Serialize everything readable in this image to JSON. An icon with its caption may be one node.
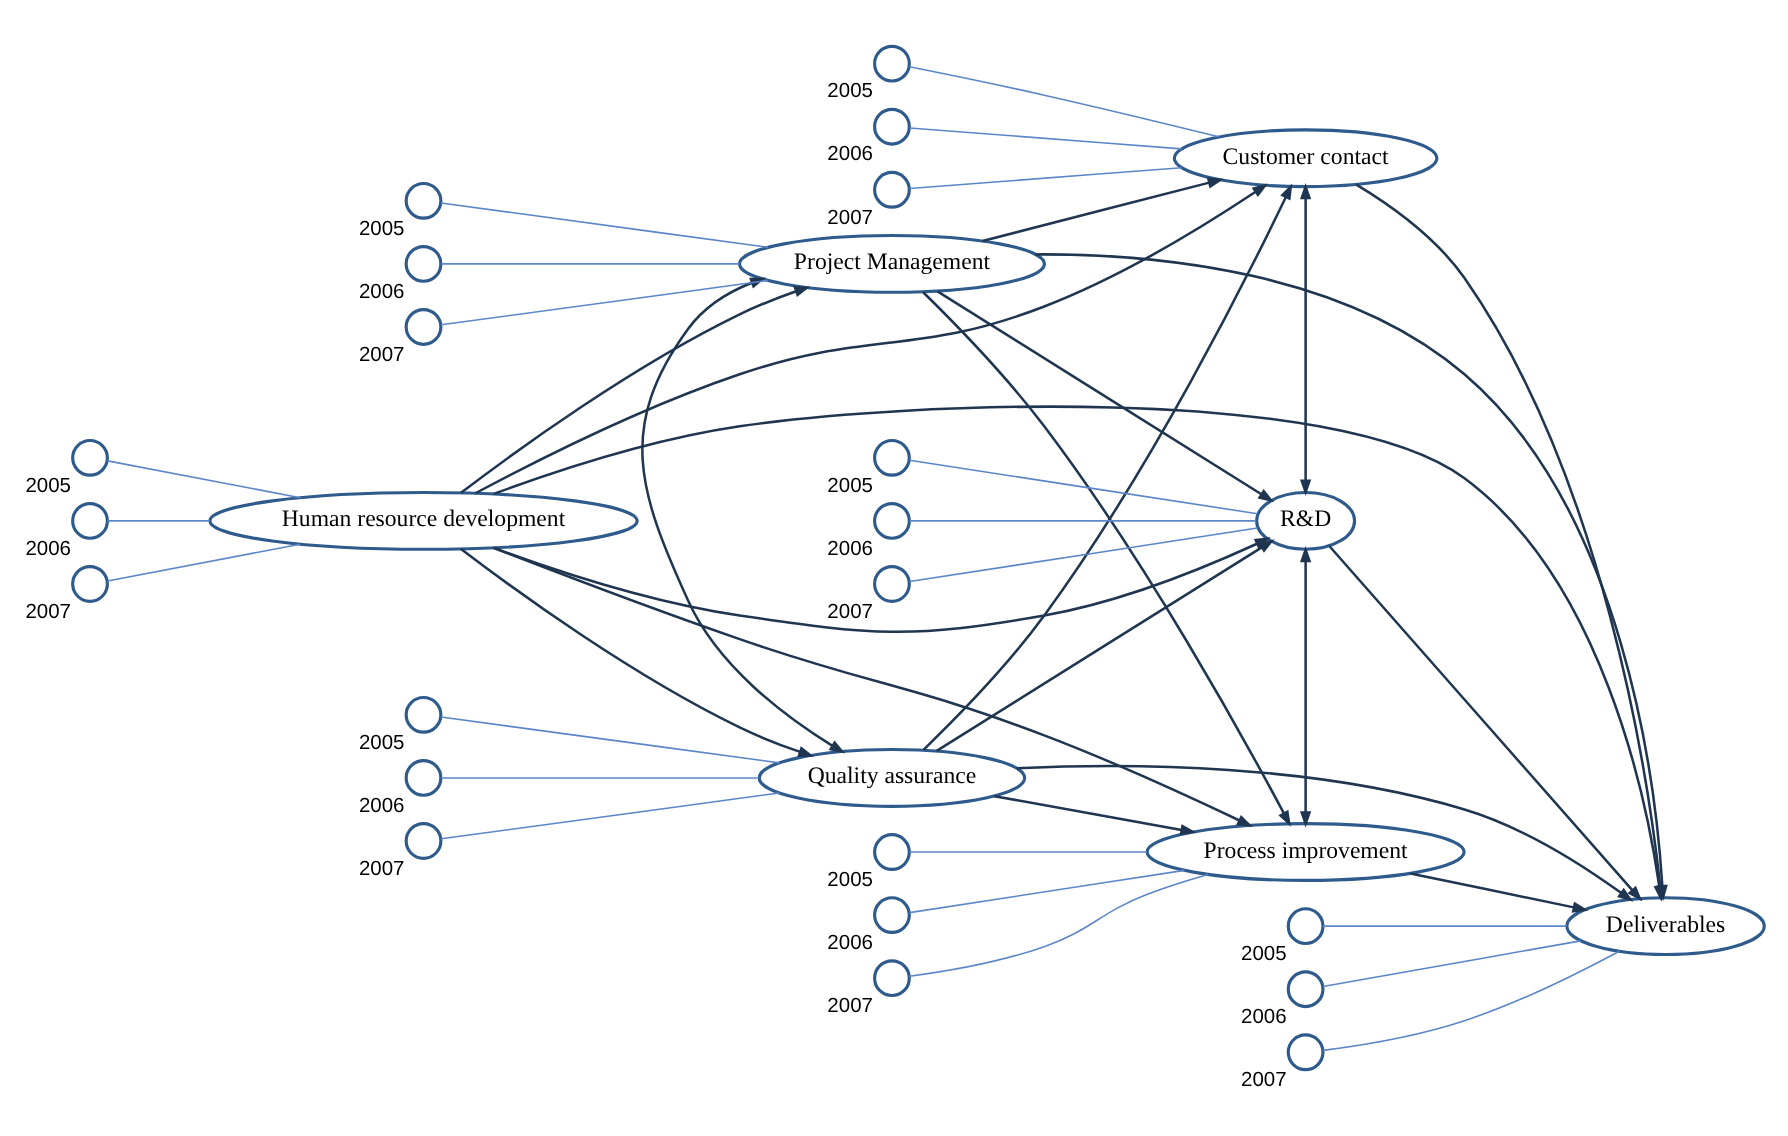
{
  "diagram": {
    "nodes": [
      {
        "text": [
          "Human resource development"
        ]
      },
      {
        "text": [
          "Project Management"
        ]
      },
      {
        "text": [
          "Quality assurance"
        ]
      },
      {
        "text": [
          "Customer contact"
        ]
      },
      {
        "text": [
          "R&D"
        ]
      },
      {
        "text": [
          "Process improvement"
        ]
      },
      {
        "text": [
          "Deliverables"
        ]
      },
      {
        "text": [],
        "shape": "circle",
        "beside": [
          "2005"
        ]
      },
      {
        "text": [],
        "shape": "circle",
        "beside": [
          "2006"
        ]
      },
      {
        "text": [],
        "shape": "circle",
        "beside": [
          "2007"
        ]
      },
      {
        "text": [],
        "shape": "circle",
        "beside": [
          "2005"
        ]
      },
      {
        "text": [],
        "shape": "circle",
        "beside": [
          "2006"
        ]
      },
      {
        "text": [],
        "shape": "circle",
        "beside": [
          "2007"
        ]
      },
      {
        "text": [],
        "shape": "circle",
        "beside": [
          "2005"
        ]
      },
      {
        "text": [],
        "shape": "circle",
        "beside": [
          "2006"
        ]
      },
      {
        "text": [],
        "shape": "circle",
        "beside": [
          "2007"
        ]
      },
      {
        "text": [],
        "shape": "circle",
        "beside": [
          "2005"
        ]
      },
      {
        "text": [],
        "shape": "circle",
        "beside": [
          "2006"
        ]
      },
      {
        "text": [],
        "shape": "circle",
        "beside": [
          "2007"
        ]
      },
      {
        "text": [],
        "shape": "circle",
        "beside": [
          "2005"
        ]
      },
      {
        "text": [],
        "shape": "circle",
        "beside": [
          "2006"
        ]
      },
      {
        "text": [],
        "shape": "circle",
        "beside": [
          "2007"
        ]
      },
      {
        "text": [],
        "shape": "circle",
        "beside": [
          "2005"
        ]
      },
      {
        "text": [],
        "shape": "circle",
        "beside": [
          "2006"
        ]
      },
      {
        "text": [],
        "shape": "circle",
        "beside": [
          "2007"
        ]
      },
      {
        "text": [],
        "shape": "circle",
        "beside": [
          "2005"
        ]
      },
      {
        "text": [],
        "shape": "circle",
        "beside": [
          "2006"
        ]
      },
      {
        "text": [],
        "shape": "circle",
        "beside": [
          "2007"
        ]
      }
    ],
    "edges": [
      {
        "from": 7,
        "to": 0,
        "arrow": "none"
      },
      {
        "from": 8,
        "to": 0,
        "arrow": "none"
      },
      {
        "from": 9,
        "to": 0,
        "arrow": "none"
      },
      {
        "from": 10,
        "to": 1,
        "arrow": "none"
      },
      {
        "from": 11,
        "to": 1,
        "arrow": "none"
      },
      {
        "from": 12,
        "to": 1,
        "arrow": "none"
      },
      {
        "from": 13,
        "to": 2,
        "arrow": "none"
      },
      {
        "from": 14,
        "to": 2,
        "arrow": "none"
      },
      {
        "from": 15,
        "to": 2,
        "arrow": "none"
      },
      {
        "from": 16,
        "to": 3,
        "arrow": "none"
      },
      {
        "from": 17,
        "to": 3,
        "arrow": "none"
      },
      {
        "from": 18,
        "to": 3,
        "arrow": "none"
      },
      {
        "from": 19,
        "to": 4,
        "arrow": "none"
      },
      {
        "from": 20,
        "to": 4,
        "arrow": "none"
      },
      {
        "from": 21,
        "to": 4,
        "arrow": "none"
      },
      {
        "from": 22,
        "to": 5,
        "arrow": "none"
      },
      {
        "from": 23,
        "to": 5,
        "arrow": "none"
      },
      {
        "from": 24,
        "to": 5,
        "arrow": "none"
      },
      {
        "from": 25,
        "to": 6,
        "arrow": "none"
      },
      {
        "from": 26,
        "to": 6,
        "arrow": "none"
      },
      {
        "from": 27,
        "to": 6,
        "arrow": "none"
      },
      {
        "from": 0,
        "to": 1,
        "arrow": "to",
        "color": "#1f3550"
      },
      {
        "from": 0,
        "to": 3,
        "arrow": "to",
        "color": "#1f3550"
      },
      {
        "from": 0,
        "to": 6,
        "arrow": "to",
        "color": "#1f3550"
      },
      {
        "from": 0,
        "to": 4,
        "arrow": "to",
        "color": "#1f3550"
      },
      {
        "from": 0,
        "to": 2,
        "arrow": "to",
        "color": "#1f3550"
      },
      {
        "from": 0,
        "to": 5,
        "arrow": "to",
        "color": "#1f3550"
      },
      {
        "from": 1,
        "to": 3,
        "arrow": "to",
        "color": "#1f3550"
      },
      {
        "from": 1,
        "to": 2,
        "arrow": "both",
        "color": "#1f3550"
      },
      {
        "from": 1,
        "to": 4,
        "arrow": "to",
        "color": "#1f3550"
      },
      {
        "from": 1,
        "to": 5,
        "arrow": "to",
        "color": "#1f3550"
      },
      {
        "from": 1,
        "to": 6,
        "arrow": "to",
        "color": "#1f3550"
      },
      {
        "from": 2,
        "to": 3,
        "arrow": "to",
        "color": "#1f3550"
      },
      {
        "from": 2,
        "to": 4,
        "arrow": "to",
        "color": "#1f3550"
      },
      {
        "from": 2,
        "to": 5,
        "arrow": "to",
        "color": "#1f3550"
      },
      {
        "from": 2,
        "to": 6,
        "arrow": "to",
        "color": "#1f3550"
      },
      {
        "from": 3,
        "to": 4,
        "arrow": "both",
        "color": "#1f3550"
      },
      {
        "from": 4,
        "to": 5,
        "arrow": "both",
        "color": "#1f3550"
      },
      {
        "from": 3,
        "to": 6,
        "arrow": "to",
        "color": "#1f3550"
      },
      {
        "from": 4,
        "to": 6,
        "arrow": "to",
        "color": "#1f3550"
      },
      {
        "from": 5,
        "to": 6,
        "arrow": "to",
        "color": "#1f3550"
      }
    ]
  }
}
